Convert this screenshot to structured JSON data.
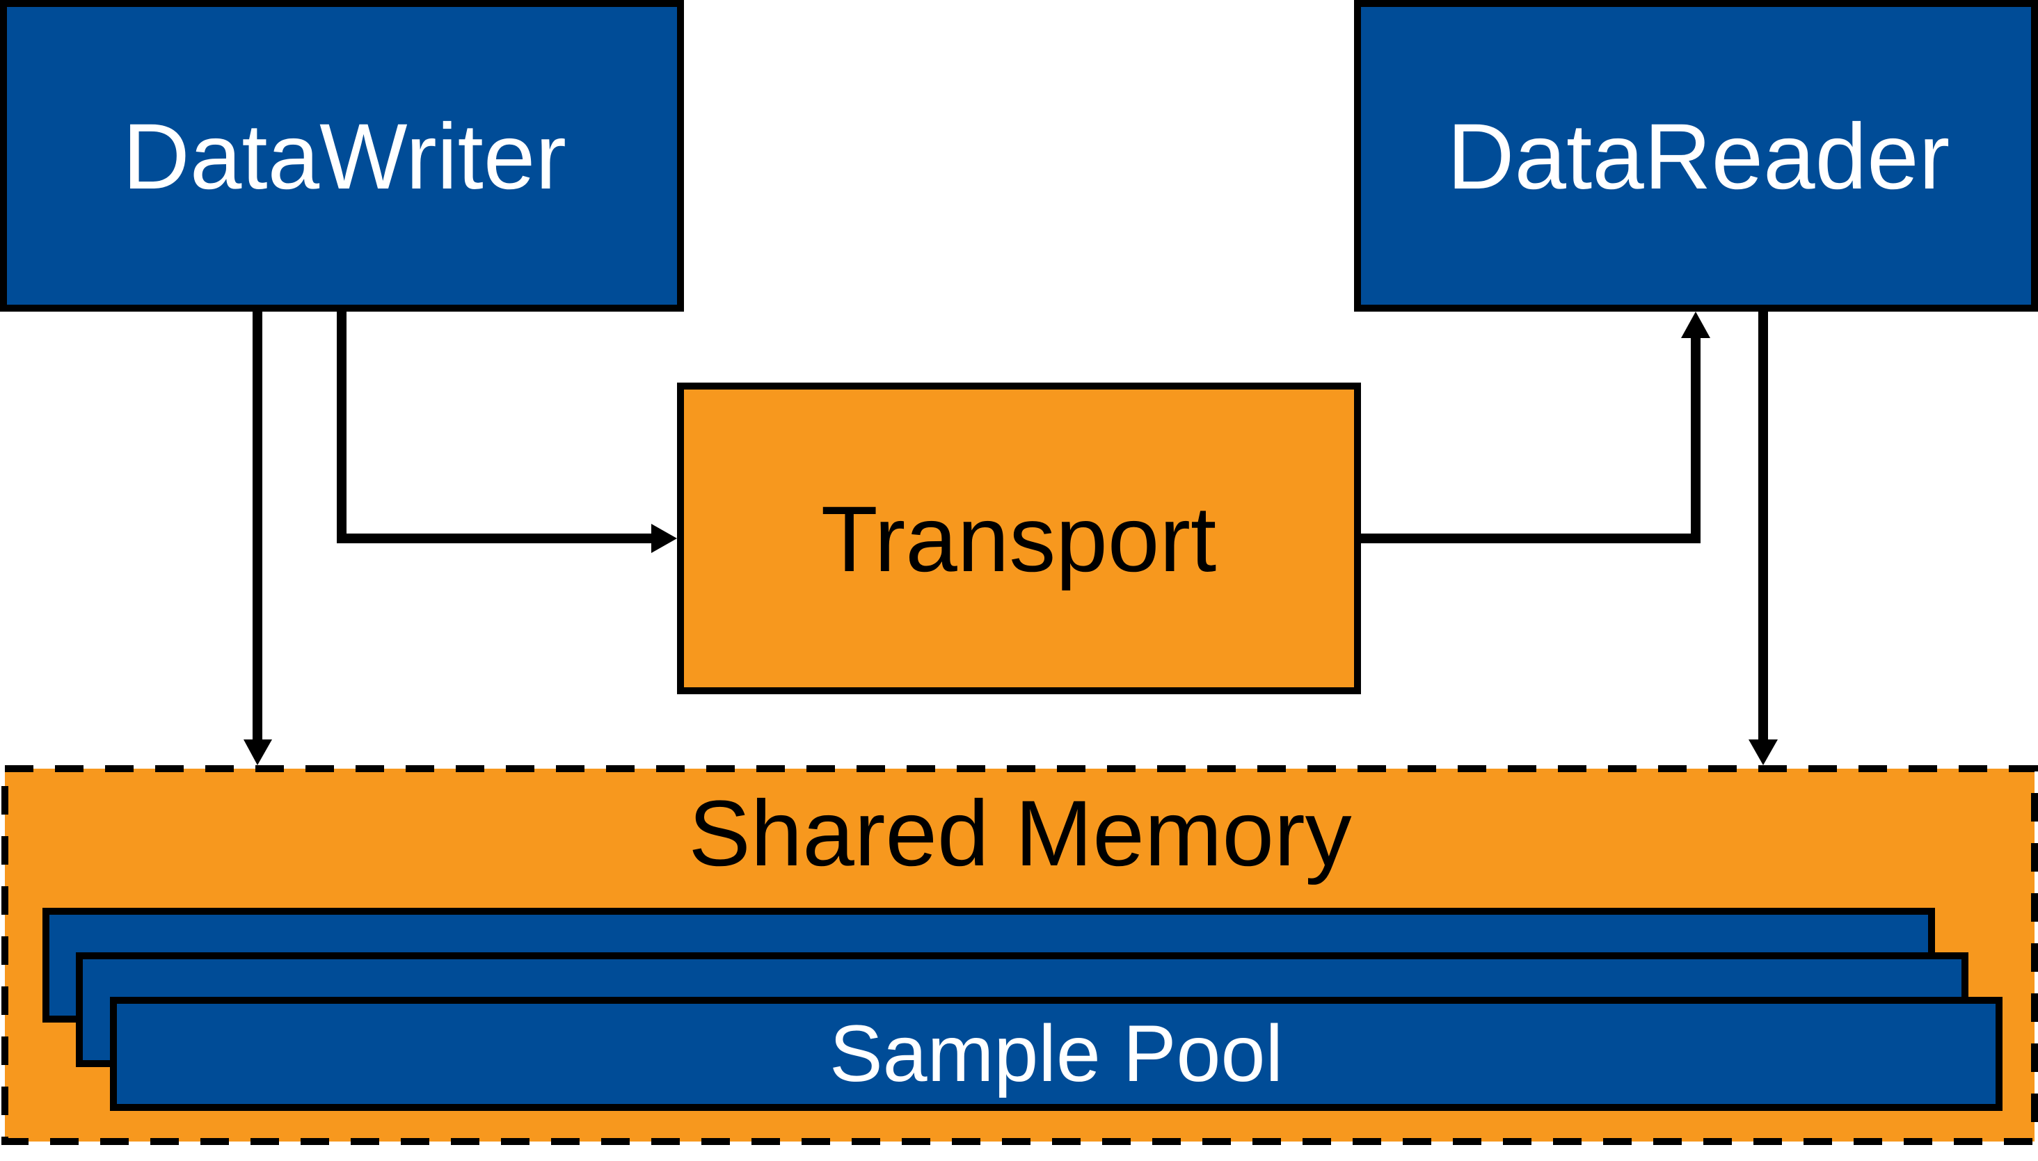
{
  "colors": {
    "component_fill": "#004C97",
    "component_text": "#FFFFFF",
    "transport_fill": "#F7981E",
    "transport_text": "#000000",
    "border": "#000000",
    "background": "#FFFFFF"
  },
  "nodes": {
    "data_writer": {
      "label": "DataWriter"
    },
    "data_reader": {
      "label": "DataReader"
    },
    "transport": {
      "label": "Transport"
    },
    "shared_memory": {
      "label": "Shared Memory",
      "border_style": "dashed"
    },
    "sample_pool": {
      "label": "Sample Pool",
      "stacked_layers": 3
    }
  },
  "edges": [
    {
      "from": "DataWriter",
      "to": "Transport",
      "direction": "forward"
    },
    {
      "from": "Transport",
      "to": "DataReader",
      "direction": "forward"
    },
    {
      "from": "DataWriter",
      "to": "Shared Memory",
      "direction": "forward"
    },
    {
      "from": "DataReader",
      "to": "Shared Memory",
      "direction": "forward"
    }
  ]
}
